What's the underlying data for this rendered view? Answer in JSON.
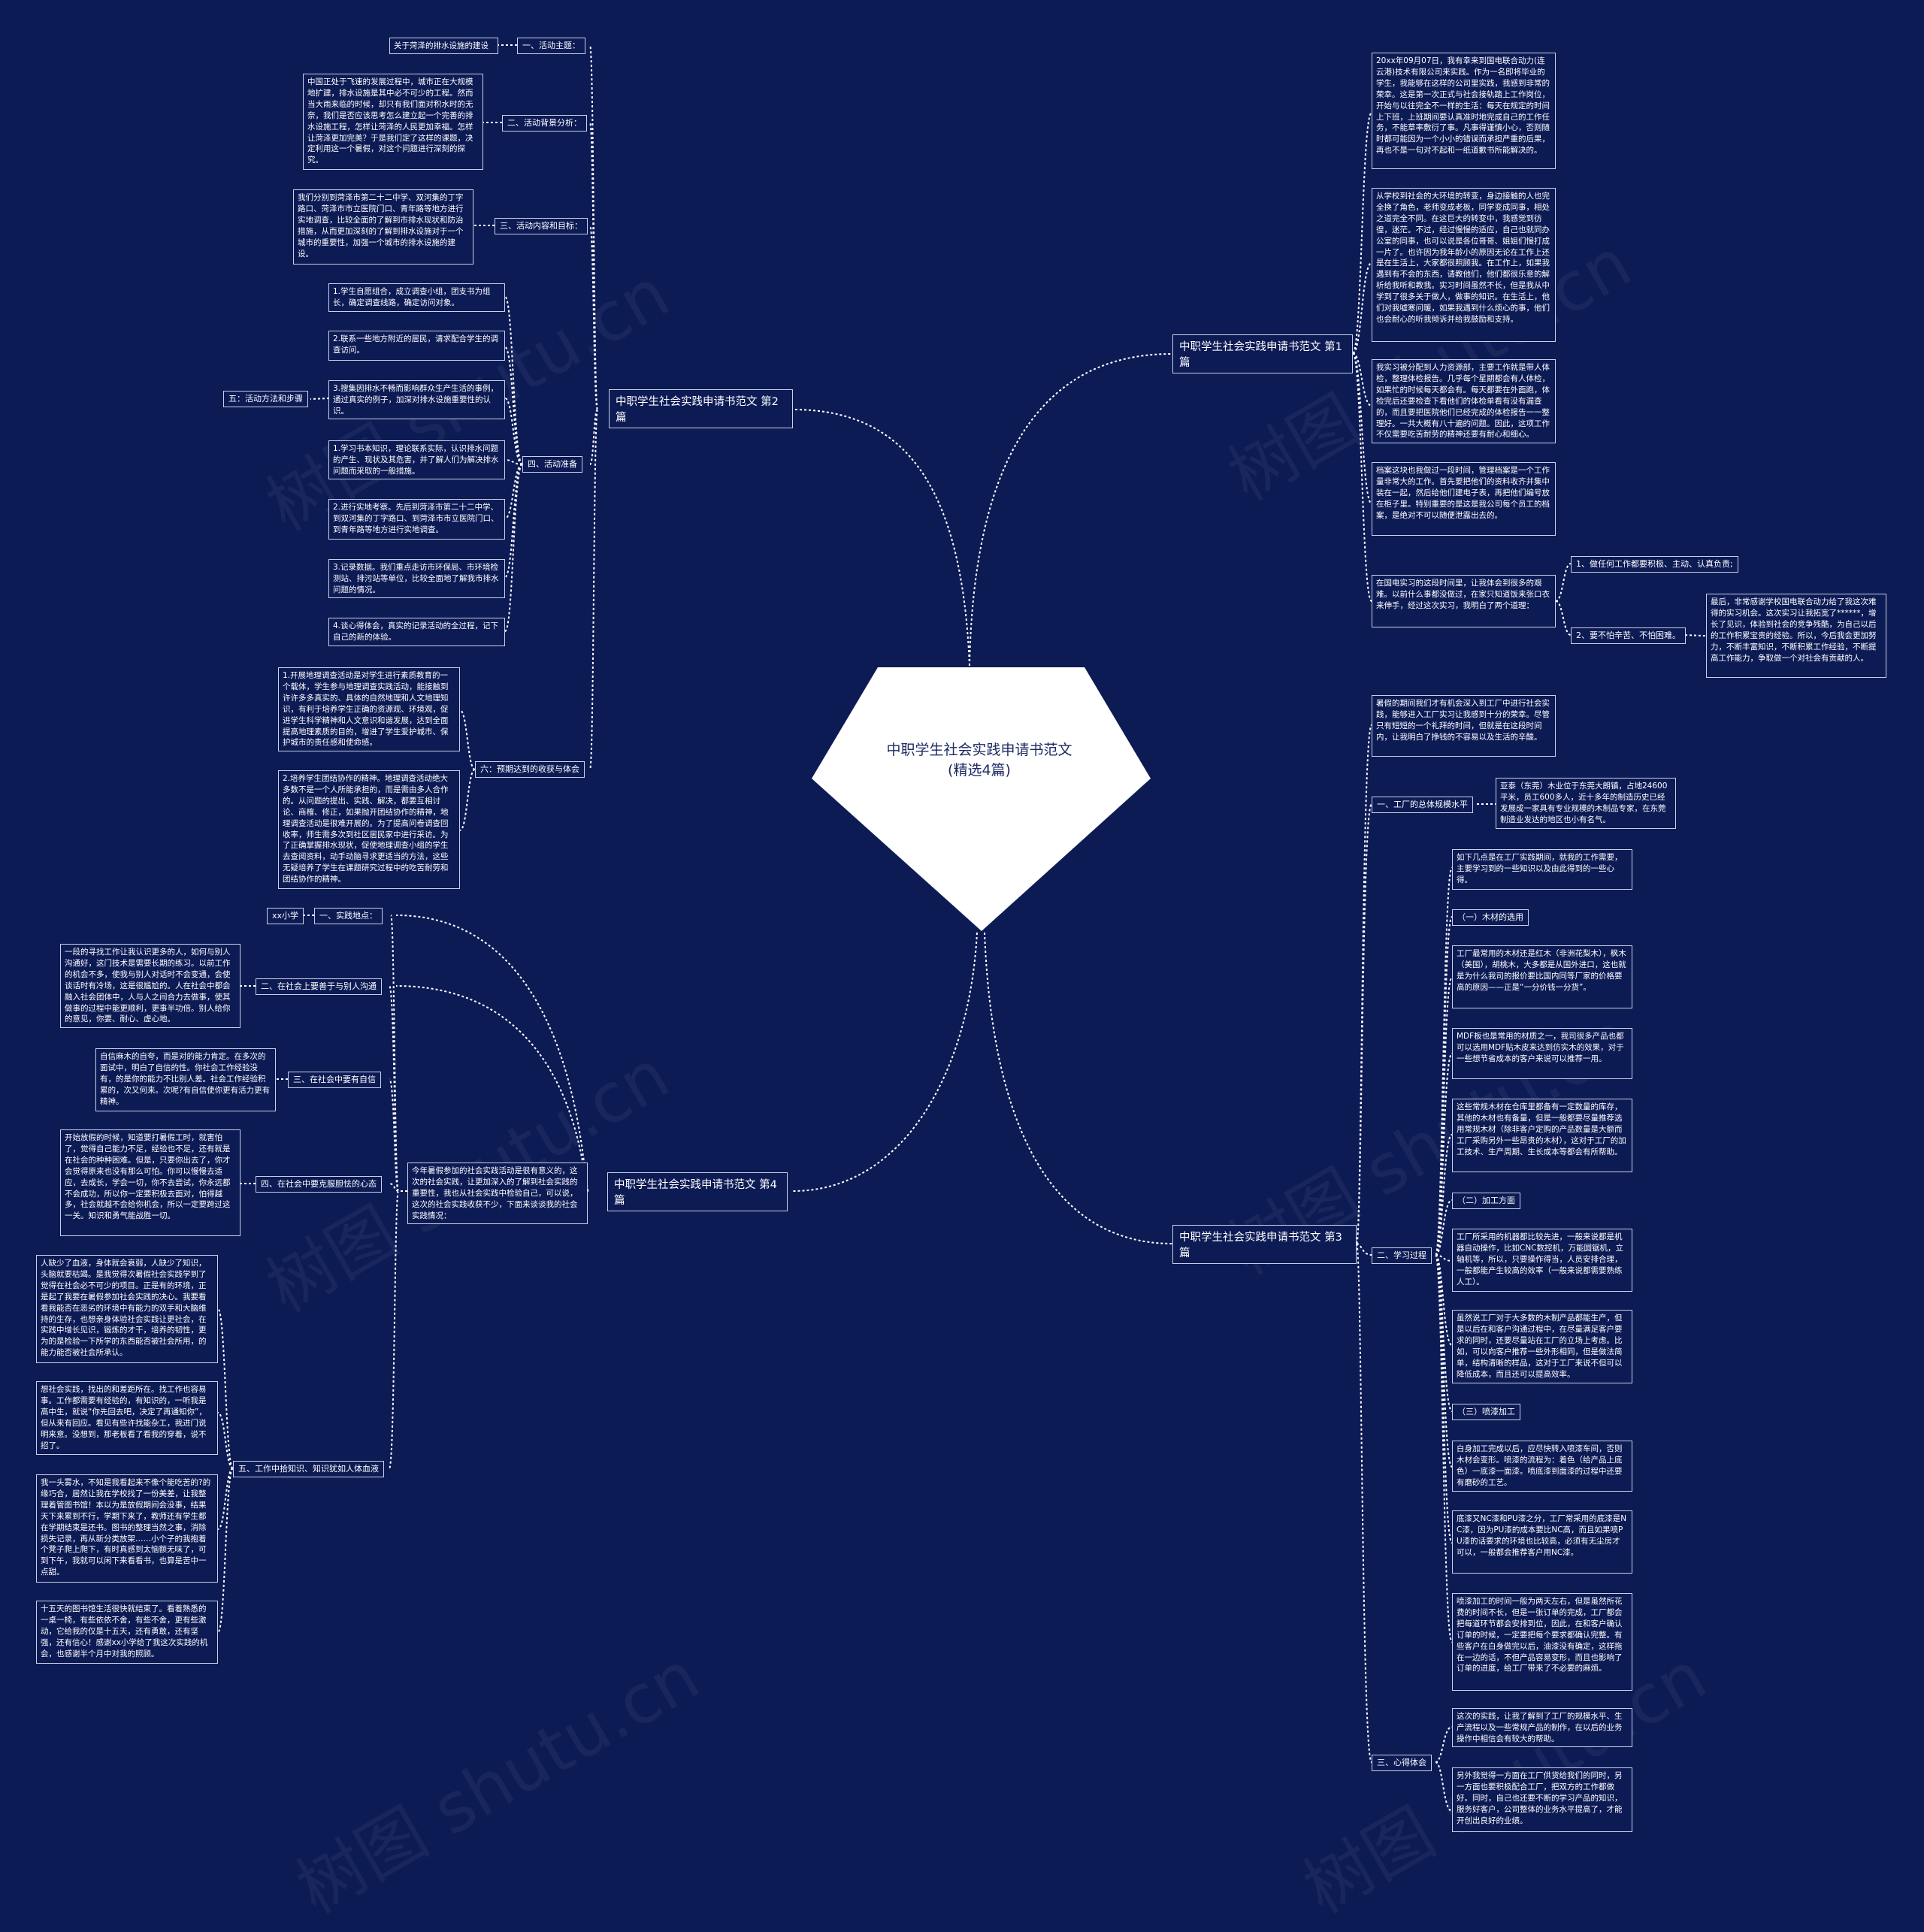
{
  "center": {
    "title": "中职学生社会实践申请书范文(精选4篇)"
  },
  "watermarks": [
    "树图 shutu.cn",
    "树图 shutu.cn",
    "树图 shutu.cn",
    "树图 shutu.cn",
    "树图 shutu.cn",
    "树图 shutu.cn"
  ],
  "branches": {
    "b1": {
      "title": "中职学生社会实践申请书范文 第1篇",
      "p1": "20xx年09月07日，我有幸来到国电联合动力(连云港)技术有限公司来实践。作为一名即将毕业的学生，我能够在这样的公司里实践，我感到非常的荣幸。这是第一次正式与社会接轨踏上工作岗位，开始与以往完全不一样的生活：每天在规定的时间上下班，上班期间要认真准时地完成自己的工作任务，不能草率敷衍了事。凡事得谨慎小心，否则随时都可能因为一个小小的错误而承担严重的后果，再也不是一句对不起和一纸道歉书所能解决的。",
      "p2": "从学校到社会的大环境的转变，身边接触的人也完全换了角色，老师变成老板，同学变成同事，相处之道完全不同。在这巨大的转变中，我感觉到彷徨，迷茫。不过，经过慢慢的适应，自己也就同办公室的同事，也可以说是各位哥哥、姐姐们慢打成一片了。也许因为我年龄小的原因无论在工作上还是在生活上，大家都很照顾我。在工作上，如果我遇到有不会的东西，请教他们，他们都很乐意的解析给我听和教我。实习时间虽然不长，但是我从中学到了很多关于做人，做事的知识。在生活上，他们对我嘘寒问暖，如果我遇到什么烦心的事，他们也会耐心的听我倾诉并给我鼓励和支持。",
      "p3": "我实习被分配到人力资源部，主要工作就是带人体检，整理体检报告。几乎每个星期都会有人体检，如果忙的时候每天都会有。每天都要在外面跑，体检完后还要检查下看他们的体检单看有没有漏查的，而且要把医院他们已经完成的体检报告一一整理好。一共大概有八十遍的问题。因此，这项工作不仅需要吃苦耐劳的精神还要有耐心和细心。",
      "p4": "档案这块也我做过一段时间，管理档案是一个工作量非常大的工作。首先要把他们的资料收齐并集中装在一起，然后给他们建电子表，再把他们编号放在柜子里。特别重要的是这是我公司每个员工的档案，是绝对不可以随便泄露出去的。",
      "p5": "在国电实习的这段时间里，让我体会到很多的艰难。以前什么事都没做过，在家只知道饭来张口衣来伸手，经过这次实习，我明白了两个道理：",
      "p5a": "1、做任何工作都要积极、主动、认真负责;",
      "p5b": "2、要不怕辛苦、不怕困难。",
      "p5c": "最后，非常感谢学校国电联合动力给了我这次难得的实习机会。这次实习让我拓宽了******，增长了见识，体验到社会的竞争残酷，为自己以后的工作积累宝贵的经验。所以，今后我会更加努力，不断丰富知识，不断积累工作经验，不断提高工作能力，争取做一个对社会有贡献的人。"
    },
    "b2": {
      "title": "中职学生社会实践申请书范文 第2篇",
      "s1": "一、活动主题：",
      "s1a": "关于菏泽的排水设施的建设",
      "s2": "二、活动背景分析：",
      "s2a": "中国正处于飞速的发展过程中，城市正在大规模地扩建，排水设施是其中必不可少的工程。然而当大雨来临的时候，却只有我们面对积水时的无奈，我们是否应该思考怎么建立起一个完善的排水设施工程，怎样让菏泽的人民更加幸福。怎样让菏泽更加完美？于是我们定了这样的课题，决定利用这一个暑假，对这个问题进行深刻的探究。",
      "s3": "三、活动内容和目标：",
      "s3a": "我们分别到菏泽市第二十二中学、双河集的丁字路口、菏泽市市立医院门口、青年路等地方进行实地调查，比较全面的了解到市排水现状和防治措施，从而更加深刻的了解到排水设施对于一个城市的重要性，加强一个城市的排水设施的建设。",
      "s4": "四、活动准备",
      "s4a": "1.学生自愿组合，成立调查小组，团支书为组长，确定调查线路，确定访问对象。",
      "s4b": "2.联系一些地方附近的居民，请求配合学生的调查访问。",
      "s4c": "3.搜集因排水不畅而影响群众生产生活的事例，通过真实的例子，加深对排水设施重要性的认识。",
      "s4d": "1.学习书本知识，理论联系实际，认识排水问题的产生、现状及其危害，并了解人们为解决排水问题而采取的一般措施。",
      "s4e": "2.进行实地考察。先后到菏泽市第二十二中学、到双河集的丁字路口、到菏泽市市立医院门口、到青年路等地方进行实地调查。",
      "s4f": "3.记录数据。我们重点走访市环保局、市环境检测站、排污站等单位，比较全面地了解我市排水问题的情况。",
      "s4g": "4.谈心得体会，真实的记录活动的全过程，记下自己的新的体验。",
      "s5": "五：活动方法和步骤",
      "s6": "六：预期达到的收获与体会",
      "s6a": "1.开展地理调查活动是对学生进行素质教育的一个载体，学生参与地理调查实践活动，能接触到许许多多真实的、具体的自然地理和人文地理知识，有利于培养学生正确的资源观、环境观，促进学生科学精神和人文意识和谐发展，达到全面提高地理素质的目的，增进了学生爱护城市、保护城市的责任感和使命感。",
      "s6b": "2.培养学生团结协作的精神。地理调查活动绝大多数不是一个人所能承担的，而是需由多人合作的。从问题的提出、实践、解决，都要互相讨论、商榷、修正，如果抛开团结协作的精神，地理调查活动是很难开展的。为了提高问卷调查回收率，师生需多次到社区居民家中进行采访。为了正确掌握排水现状，促使地理调查小组的学生去查阅资料，动手动脑寻求更适当的方法，这些无疑培养了学生在课题研究过程中的吃苦耐劳和团结协作的精神。"
    },
    "b3": {
      "title": "中职学生社会实践申请书范文 第3篇",
      "p0": "暑假的期间我们才有机会深入到工厂中进行社会实践，能够进入工厂实习让我感到十分的荣幸。尽管只有短短的一个礼拜的时间，但就是在这段时间内，让我明白了挣钱的不容易以及生活的辛酸。",
      "s1": "一、工厂的总体规模水平",
      "s1a": "亚泰（东莞）木业位于东莞大朗镇，占地24600平米，员工600多人，近十多年的制造历史已经发展成一家具有专业规模的木制品专家，在东莞制造业发达的地区也小有名气。",
      "s2": "二、学习过程",
      "s2a": "如下几点是在工厂实践期间，就我的工作需要，主要学习到的一些知识以及由此得到的一些心得。",
      "s2b": "（一）木材的选用",
      "s2c": "工厂最常用的木材还是红木（非洲花梨木），枫木（美国），胡桃木，大多都是从国外进口，这也就是为什么我司的报价要比国内同等厂家的价格要高的原因——正是“一分价钱一分货”。",
      "s2d": "MDF板也是常用的材质之一，我司很多产品也都可以选用MDF贴木皮来达到仿实木的效果，对于一些想节省成本的客户来说可以推荐一用。",
      "s2e": "这些常规木材在仓库里都备有一定数量的库存，其他的木材也有备量，但是一般都要尽量推荐选用常规木材（除非客户定购的产品数量是大额而工厂采购另外一些昂贵的木材），这对于工厂的加工技术、生产周期、生长成本等都会有所帮助。",
      "s2f": "（二）加工方面",
      "s2g": "工厂所采用的机器都比较先进，一般来说都是机器自动操作，比如CNC数控机，万能圆锯机，立轴机等，所以，只要操作得当，人员安排合理，一般都能产生较高的效率（一般来说都需要熟练人工）。",
      "s2h": "虽然说工厂对于大多数的木制产品都能生产，但是以后在和客户沟通过程中，在尽量满足客户要求的同时，还要尽量站在工厂的立场上考虑。比如，可以向客户推荐一些外形相同，但是做法简单，结构清晰的样品，这对于工厂来说不但可以降低成本，而且还可以提高效率。",
      "s2i": "（三）喷漆加工",
      "s2j": "白身加工完成以后，应尽快转入喷漆车间，否则木材会变形。喷漆的流程为：着色（给产品上底色）一底漆一面漆。喷底漆到面漆的过程中还要有磨砂的工艺。",
      "s2k": "底漆又NC漆和PU漆之分，工厂常采用的底漆是NC漆，因为PU漆的成本要比NC高，而且如果喷PU漆的话要求的环境也比较高，必须有无尘房才可以，一般都会推荐客户用NC漆。",
      "s2l": "喷漆加工的时间一般为两天左右，但是虽然所花费的时间不长，但是一张订单的完成，工厂都会把每道环节都会安排到位，因此，在和客户确认订单的时候，一定要把每个要求都确认完整。有些客户在白身做完以后，油漆没有确定，这样拖在一边的话，不但产品容易变形，而且也影响了订单的进度，给工厂带来了不必要的麻烦。",
      "s3": "三、心得体会",
      "s3a": "这次的实践，让我了解到了工厂的规模水平、生产流程以及一些常规产品的制作，在以后的业务操作中相信会有较大的帮助。",
      "s3b": "另外我觉得一方面在工厂供货给我们的同时，另一方面也要积极配合工厂，把双方的工作都做好。同时，自己也还要不断的学习产品的知识，服务好客户，公司整体的业务水平提高了，才能开创出良好的业绩。"
    },
    "b4": {
      "title": "中职学生社会实践申请书范文 第4篇",
      "intro": "今年暑假参加的社会实践活动是很有意义的，这次的社会实践，让更加深入的了解到社会实践的重要性，我也从社会实践中检验自己，可以说，这次的社会实践收获不少，下面来谈谈我的社会实践情况：",
      "s1": "一、实践地点：",
      "s1a": "xx小学",
      "s2": "二、在社会上要善于与别人沟通",
      "s2a": "一段的寻找工作让我认识更多的人，如何与别人沟通好，这门技术是需要长期的练习。以前工作的机会不多，使我与别人对话时不会变通，会使谈话时有冷场，这是很尴尬的。人在社会中都会融入社会团体中，人与人之间合力去做事，使其做事的过程中能更顺利，更事半功倍。别人给你的意见，你要、耐心、虚心地。",
      "s3": "三、在社会中要有自信",
      "s3a": "自信麻木的自夸，而是对的能力肯定。在多次的面试中，明白了自信的性。你社会工作经验没有，的是你的能力不比别人差。社会工作经验积累的，次又何来。次呢?有自信使你更有活力更有精神。",
      "s4": "四、在社会中要克服胆怯的心态",
      "s4a": "开始放假的时候，知道要打暑假工时，就害怕了，觉得自己能力不足，经验也不足，还有就是在社会的种种困难。但是，只要你出去了，你才会觉得原来也没有那么可怕。你可以慢慢去适应，去成长，学会一切，你不去尝试，你永远都不会成功，所以你一定要积极去面对，怕得越多，社会就越不会给你机会，所以一定要跨过这一关。知识和勇气能战胜一切。",
      "s5": "五、工作中拾知识、知识犹如人体血液",
      "s5a": "人缺少了血液，身体就会衰弱，人缺少了知识，头脑就要枯竭。是我觉得次暑假社会实践学到了觉得在社会必不可少的项目。正是有的环境，正是起了我要在暑假参加社会实践的决心。我要看看我能否在恶劣的环境中有能力的双手和大脑维持的生存，也想亲身体验社会实践让更社会，在实践中增长见识，锻炼的才干，培养的韧性，更为的是检验一下所学的东西能否被社会所用，的能力能否被社会所承认。",
      "s5b": "想社会实践，找出的和差距所在。找工作也容易事。工作都需要有经验的，有知识的，一听我是高中生，就说“你先回去吧，决定了再通知你”，但从来有回应。看见有些许找能杂工，我进门说明来意。没想到，那老板看了看我的穿着，说不招了。",
      "s5c": "我一头雾水，不知是我看起来不像个能吃苦的?的缘巧合，居然让我在学校找了一份美差，让我整理着管图书馆！本以为是放假期间会没事，结果天下来累到不行，学期下来了，教师还有学生都在学期结束是还书。图书的整理当然之事，消除损失记录，再从新分类放架……小个子的我抱着个凳子爬上爬下，有时真感到太恼额无味了，可到下午，我就可以闲下来看看书，也算是苦中一点甜。",
      "s5d": "十五天的图书馆生活很快就结束了。看着熟悉的一桌一椅，有些依依不舍，有些不舍，更有些激动，它给我的仅是十五天，还有勇敢，还有坚强，还有信心！感谢xx小学给了我这次实践的机会，也感谢半个月中对我的照顾。"
    }
  },
  "colors": {
    "background": "#0d1b55",
    "line": "#ffffff",
    "border": "#c9d0e6",
    "center_fill": "#ffffff",
    "center_text": "#1e2b63"
  }
}
